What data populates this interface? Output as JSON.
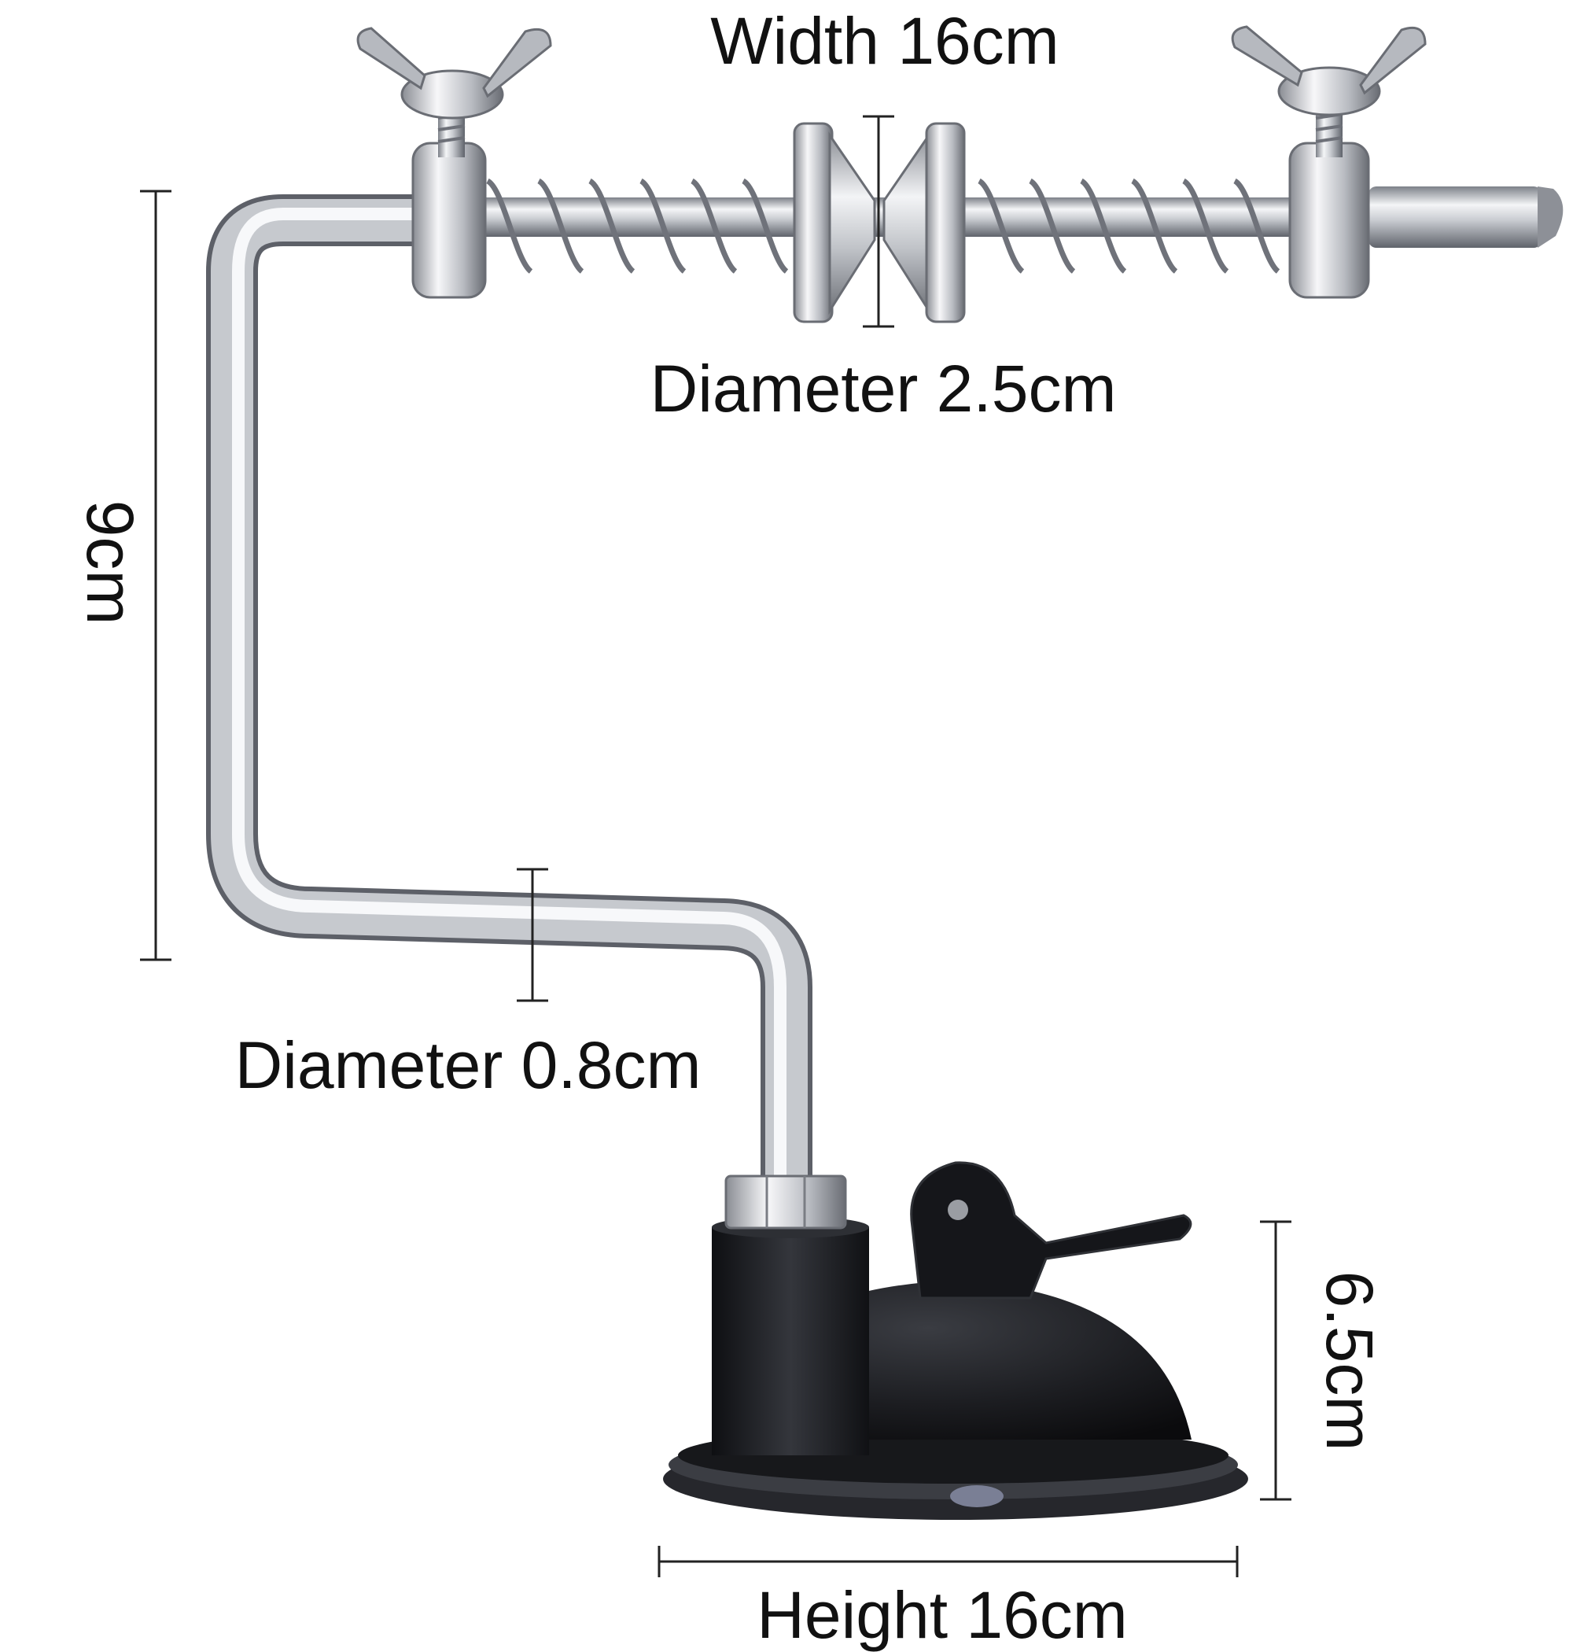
{
  "dimensions": {
    "width": "Width 16cm",
    "roller_diameter": "Diameter 2.5cm",
    "arm_height": "9cm",
    "rod_diameter": "Diameter 0.8cm",
    "base_height": "6.5cm",
    "base_width": "Height 16cm"
  },
  "colors": {
    "metal_light": "#f2f2f4",
    "metal_mid": "#b9bcc2",
    "metal_dark": "#6d7078",
    "rubber": "#1b1c20",
    "line": "#222222"
  }
}
